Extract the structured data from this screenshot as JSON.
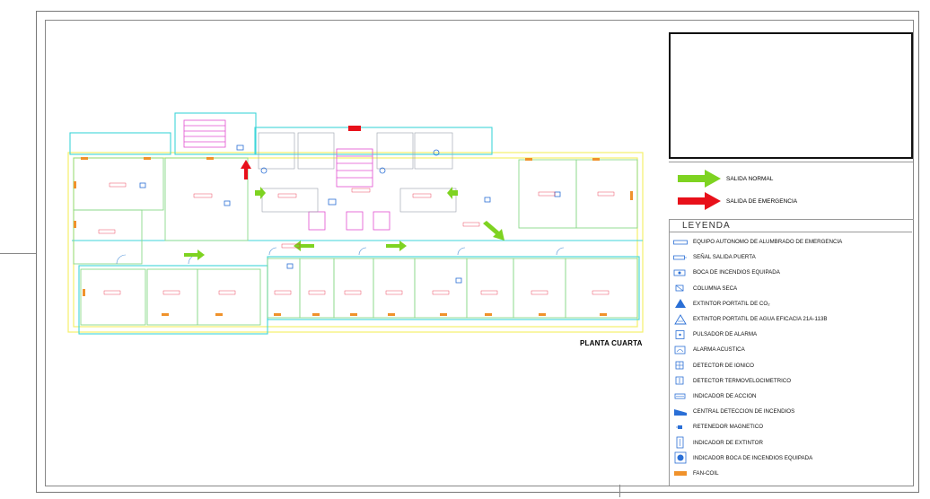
{
  "plan": {
    "title": "PLANTA CUARTA"
  },
  "exits": {
    "normal_label": "SALIDA NORMAL",
    "emergency_label": "SALIDA DE EMERGENCIA",
    "normal_color": "#7ed321",
    "emergency_color": "#e8101a"
  },
  "legend": {
    "title": "LEYENDA",
    "items": [
      {
        "icon": "emergency-light-icon",
        "label": "EQUIPO AUTONOMO DE ALUMBRADO DE EMERGENCIA"
      },
      {
        "icon": "exit-sign-icon",
        "label": "SEÑAL SALIDA PUERTA"
      },
      {
        "icon": "fire-hose-cabinet-icon",
        "label": "BOCA DE INCENDIOS EQUIPADA"
      },
      {
        "icon": "dry-riser-icon",
        "label": "COLUMNA SECA"
      },
      {
        "icon": "co2-extinguisher-icon",
        "label": "EXTINTOR PORTATIL DE CO₂"
      },
      {
        "icon": "water-extinguisher-icon",
        "label": "EXTINTOR PORTATIL DE AGUA EFICACIA 21A-113B"
      },
      {
        "icon": "alarm-pushbutton-icon",
        "label": "PULSADOR DE ALARMA"
      },
      {
        "icon": "acoustic-alarm-icon",
        "label": "ALARMA ACUSTICA"
      },
      {
        "icon": "ionic-detector-icon",
        "label": "DETECTOR DE IONICO"
      },
      {
        "icon": "thermovelocimetric-detector-icon",
        "label": "DETECTOR TERMOVELOCIMETRICO"
      },
      {
        "icon": "action-indicator-icon",
        "label": "INDICADOR DE ACCION"
      },
      {
        "icon": "fire-control-panel-icon",
        "label": "CENTRAL DETECCION DE INCENDIOS"
      },
      {
        "icon": "magnetic-holder-icon",
        "label": "RETENEDOR MAGNETICO"
      },
      {
        "icon": "extinguisher-indicator-icon",
        "label": "INDICADOR DE EXTINTOR"
      },
      {
        "icon": "hose-indicator-icon",
        "label": "INDICADOR BOCA DE INCENDIOS EQUIPADA"
      },
      {
        "icon": "fan-coil-icon",
        "label": "FAN-COIL"
      }
    ]
  }
}
